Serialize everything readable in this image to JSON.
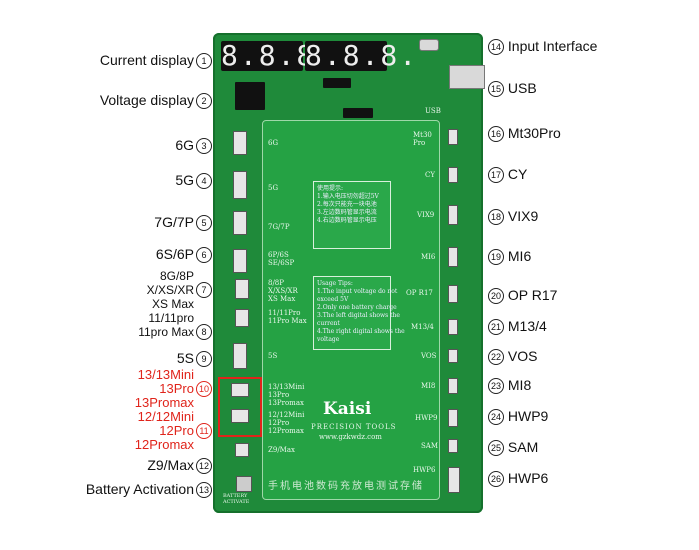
{
  "left_labels": [
    {
      "id": "current",
      "text": "Current display",
      "num": "1"
    },
    {
      "id": "voltage",
      "text": "Voltage display",
      "num": "2"
    },
    {
      "id": "6g",
      "text": "6G",
      "num": "3"
    },
    {
      "id": "5g",
      "text": "5G",
      "num": "4"
    },
    {
      "id": "7g",
      "text": "7G/7P",
      "num": "5"
    },
    {
      "id": "6s",
      "text": "6S/6P",
      "num": "6"
    },
    {
      "id": "8g_1",
      "text": "8G/8P"
    },
    {
      "id": "8g_2",
      "text": "X/XS/XR",
      "num": "7"
    },
    {
      "id": "8g_3",
      "text": "XS Max"
    },
    {
      "id": "11_1",
      "text": "11/11pro"
    },
    {
      "id": "11_2",
      "text": "11pro Max",
      "num": "8"
    },
    {
      "id": "5s",
      "text": "5S",
      "num": "9"
    },
    {
      "id": "13_1",
      "text": "13/13Mini"
    },
    {
      "id": "13_2",
      "text": "13Pro",
      "num": "10"
    },
    {
      "id": "13_3",
      "text": "13Promax"
    },
    {
      "id": "12_1",
      "text": "12/12Mini"
    },
    {
      "id": "12_2",
      "text": "12Pro",
      "num": "11"
    },
    {
      "id": "12_3",
      "text": "12Promax"
    },
    {
      "id": "z9",
      "text": "Z9/Max",
      "num": "12"
    },
    {
      "id": "batt",
      "text": "Battery Activation",
      "num": "13"
    }
  ],
  "right_labels": [
    {
      "id": "input",
      "text": "Input Interface",
      "num": "14"
    },
    {
      "id": "usb",
      "text": "USB",
      "num": "15"
    },
    {
      "id": "mt30",
      "text": "Mt30Pro",
      "num": "16"
    },
    {
      "id": "cy",
      "text": "CY",
      "num": "17"
    },
    {
      "id": "vix9",
      "text": "VIX9",
      "num": "18"
    },
    {
      "id": "mi6",
      "text": "MI6",
      "num": "19"
    },
    {
      "id": "opr17",
      "text": "OP R17",
      "num": "20"
    },
    {
      "id": "m134",
      "text": "M13/4",
      "num": "21"
    },
    {
      "id": "vos",
      "text": "VOS",
      "num": "22"
    },
    {
      "id": "mi8",
      "text": "MI8",
      "num": "23"
    },
    {
      "id": "hwp9",
      "text": "HWP9",
      "num": "24"
    },
    {
      "id": "sam",
      "text": "SAM",
      "num": "25"
    },
    {
      "id": "hwp6",
      "text": "HWP6",
      "num": "26"
    }
  ],
  "board": {
    "display_left": "8.8.8.",
    "display_right": "8.8.8.",
    "silk_left": [
      "6G",
      "5G",
      "7G/7P",
      "6P/6S\nSE/6SP",
      "8/8P\nX/XS/XR\nXS Max",
      "11/11Pro\n11Pro Max",
      "5S",
      "13/13Mini\n13Pro\n13Promax",
      "12/12Mini\n12Pro\n12Promax",
      "Z9/Max"
    ],
    "silk_right": [
      "Mt30\nPro",
      "CY",
      "VIX9",
      "MI6",
      "OP R17",
      "M13/4",
      "VOS",
      "MI8",
      "HWP9",
      "SAM",
      "HWP6",
      "USB"
    ],
    "chinese_note": "使用提示:\n1.输入电压切勿超过5V\n2.每次只能充一块电池\n3.左边数码管显示电流\n4.右边数码管显示电压",
    "english_note": "Usage Tips:\n1.The input voltage do not\nexceed 5V\n2.Only one battery charge\n3.The left digital shows the\ncurrent\n4.The right digital shows the\nvoltage",
    "brand": "Kaisi",
    "brand_sub": "PRECISION TOOLS",
    "brand_url": "www.gzkwdz.com",
    "bottom_text": "手机电池数码充放电测试存储",
    "battery_label": "BATTERY\nACTIVATE"
  },
  "colors": {
    "board": "#1f8a3a",
    "highlight": "#e0241b"
  }
}
